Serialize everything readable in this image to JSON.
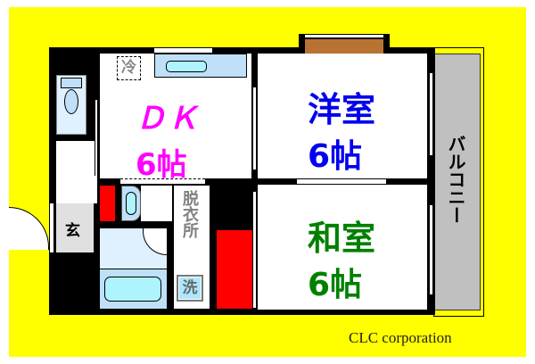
{
  "floorplan": {
    "rooms": {
      "dk": {
        "name": "ＤＫ",
        "size": "6帖",
        "color": "#ff00ff"
      },
      "western": {
        "name": "洋室",
        "size": "6帖",
        "color": "#0000ee"
      },
      "japanese": {
        "name": "和室",
        "size": "6帖",
        "color": "#008000"
      },
      "balcony": {
        "name": "バルコニー",
        "color": "#c0c0c0"
      },
      "dressing": {
        "name": "脱衣所",
        "color": "#808080"
      },
      "entrance": {
        "name": "玄"
      }
    },
    "fixtures": {
      "fridge": "冷",
      "washer": "洗"
    },
    "colors": {
      "background": "#ffff00",
      "wall": "#000000",
      "closet": "#ff0000",
      "storage": "#b87333",
      "wet_area": "#dff0ff",
      "fixture": "#aee8ff"
    }
  },
  "footer": {
    "company": "CLC corporation"
  }
}
